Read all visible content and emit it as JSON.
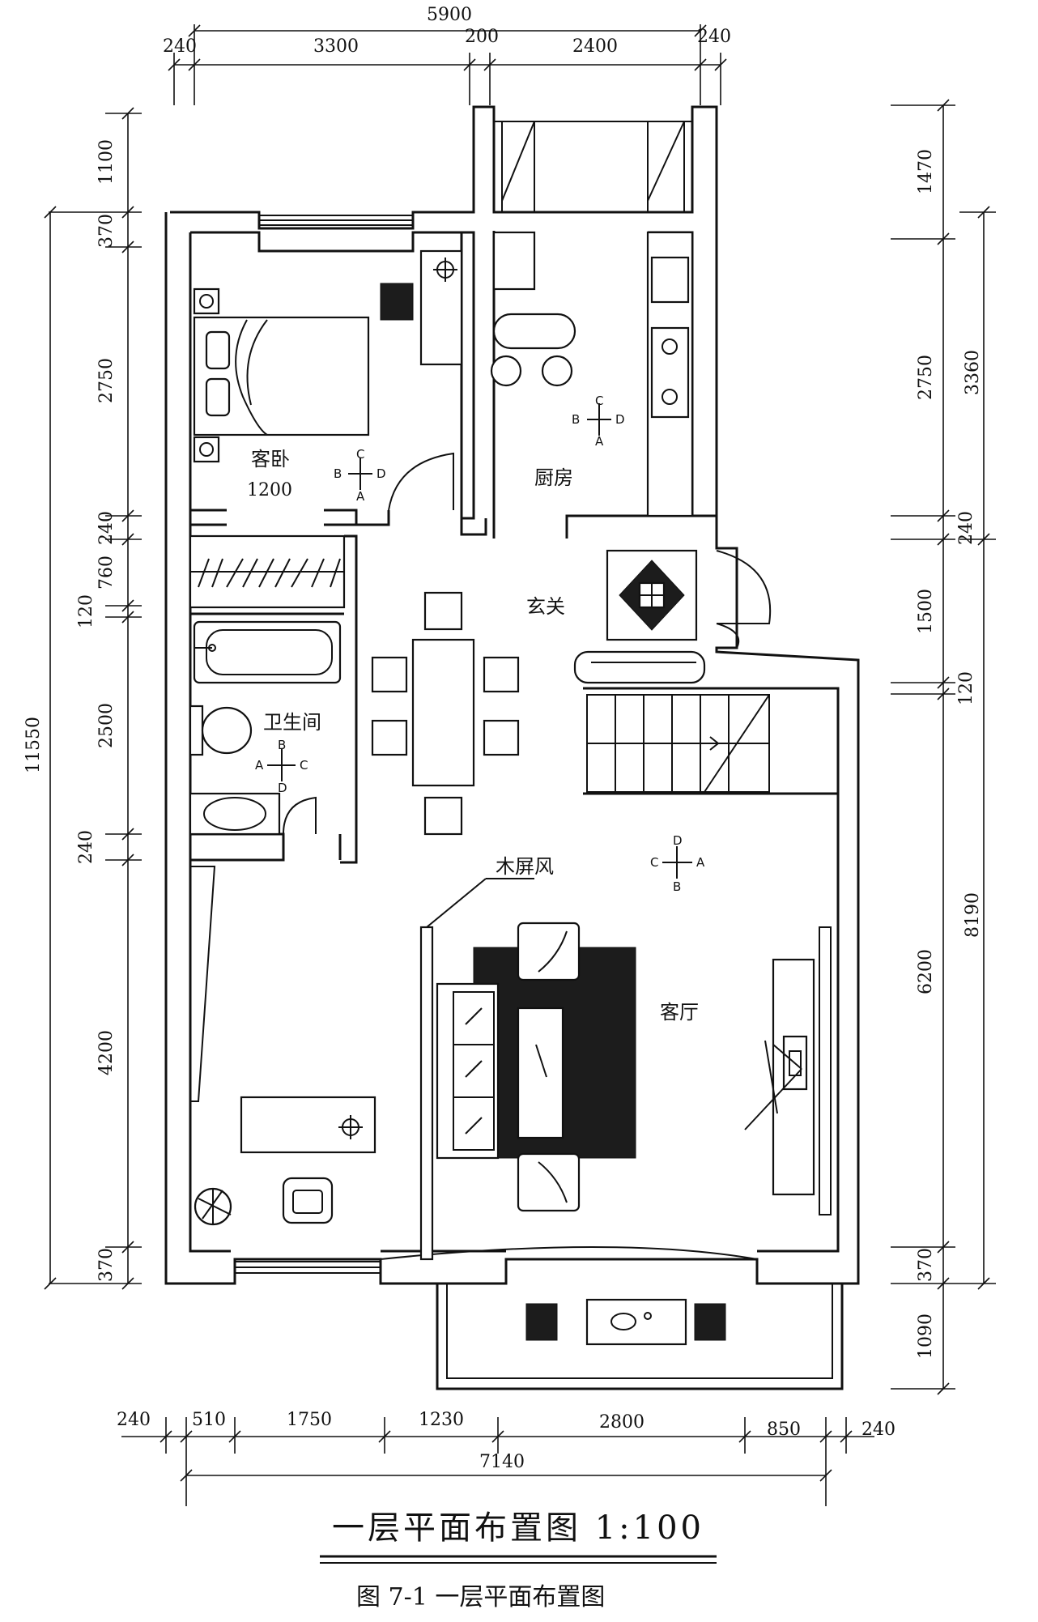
{
  "dimensions": {
    "top_total": "5900",
    "top": [
      "240",
      "3300",
      "200",
      "2400",
      "240"
    ],
    "left": [
      "1100",
      "370",
      "2750",
      "240",
      "760",
      "120",
      "2500",
      "240",
      "4200",
      "370"
    ],
    "left_total": "11550",
    "right_outer": [
      "1470",
      "2750",
      "240",
      "1500",
      "120",
      "6200",
      "370",
      "1090"
    ],
    "right_inner": [
      "3360",
      "8190"
    ],
    "bottom": [
      "240",
      "510",
      "1750",
      "1230",
      "2800",
      "850",
      "240"
    ],
    "bottom_total": "7140"
  },
  "rooms": {
    "guest_bedroom": "客卧",
    "kitchen": "厨房",
    "foyer": "玄关",
    "bathroom": "卫生间",
    "living_room": "客厅",
    "wood_screen": "木屏风",
    "bed_width": "1200"
  },
  "view_markers": {
    "bedroom": [
      "C",
      "B",
      "D",
      "A"
    ],
    "kitchen": [
      "C",
      "B",
      "D",
      "A"
    ],
    "bathroom": [
      "B",
      "A",
      "C",
      "D"
    ],
    "living": [
      "D",
      "C",
      "A",
      "B"
    ]
  },
  "title": "一层平面布置图  1:100",
  "caption": "图 7-1    一层平面布置图"
}
